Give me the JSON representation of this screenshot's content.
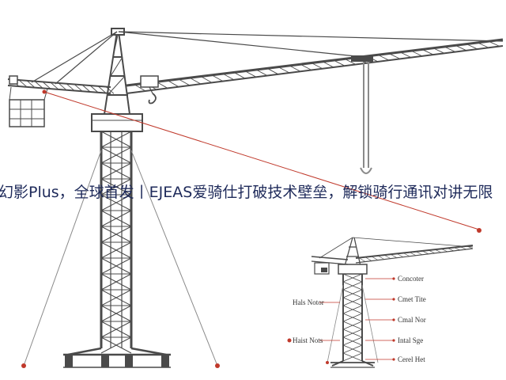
{
  "overlay": {
    "title": "幻影Plus，全球首发丨EJEAS爱骑仕打破技术壁垒，解锁骑行通讯对讲无限"
  },
  "small_crane": {
    "left_labels": [
      "Hals Notor",
      "Haist Nots"
    ],
    "right_labels": [
      "Concoter",
      "Cmet Tite",
      "Cmal Nor",
      "Intal Sge",
      "Cerel Het"
    ]
  },
  "colors": {
    "steel": "#4a4a4a",
    "steel_light": "#8a8a8a",
    "guide_line": "#c0392b",
    "marker": "#c0392b",
    "title_text": "#1e2a5a"
  },
  "icons": {
    "crane": "tower-crane-illustration",
    "hook": "crane-hook-icon"
  }
}
